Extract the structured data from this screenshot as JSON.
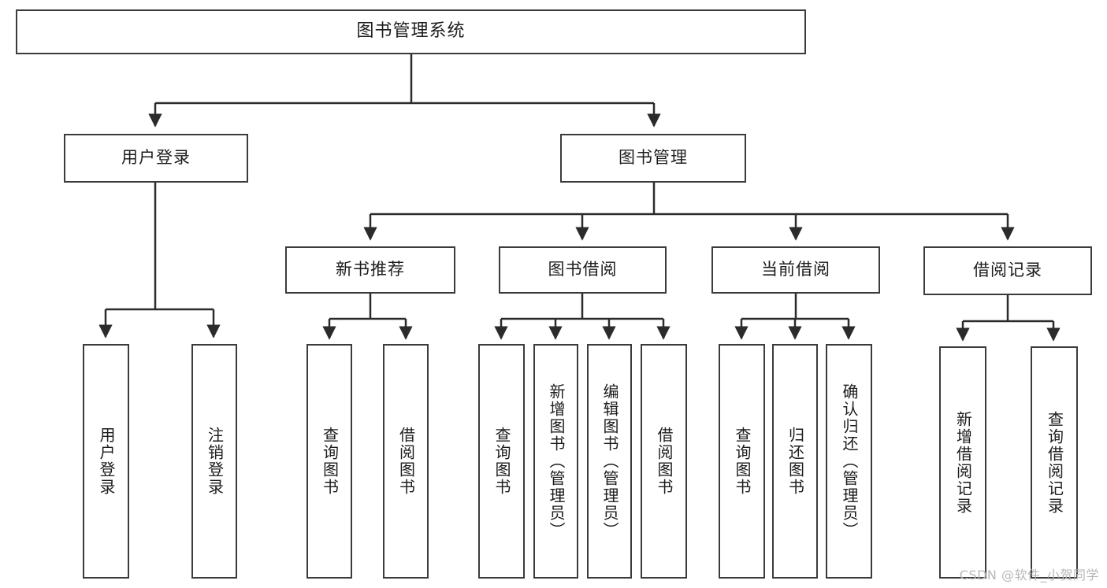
{
  "diagram": {
    "title": "图书管理系统",
    "root": {
      "label": "图书管理系统"
    },
    "level2": [
      {
        "label": "用户登录"
      },
      {
        "label": "图书管理"
      }
    ],
    "level3": [
      {
        "label": "新书推荐"
      },
      {
        "label": "图书借阅"
      },
      {
        "label": "当前借阅"
      },
      {
        "label": "借阅记录"
      }
    ],
    "leaves": {
      "user_login": [
        {
          "label": "用户登录"
        },
        {
          "label": "注销登录"
        }
      ],
      "new_book_recommend": [
        {
          "label": "查询图书"
        },
        {
          "label": "借阅图书"
        }
      ],
      "book_borrow": [
        {
          "label": "查询图书"
        },
        {
          "label": "新增图书（管理员）"
        },
        {
          "label": "编辑图书（管理员）"
        },
        {
          "label": "借阅图书"
        }
      ],
      "current_borrow": [
        {
          "label": "查询图书"
        },
        {
          "label": "归还图书"
        },
        {
          "label": "确认归还（管理员）"
        }
      ],
      "borrow_record": [
        {
          "label": "新增借阅记录"
        },
        {
          "label": "查询借阅记录"
        }
      ]
    }
  },
  "watermark": {
    "text": "CSDN @软件_小贺同学"
  },
  "colors": {
    "box_border": "#3b3b3b",
    "box_fill": "#ffffff",
    "line": "#2b2b2b",
    "text": "#1c1c1c",
    "watermark": "#b7b7b7",
    "background": "#ffffff"
  }
}
